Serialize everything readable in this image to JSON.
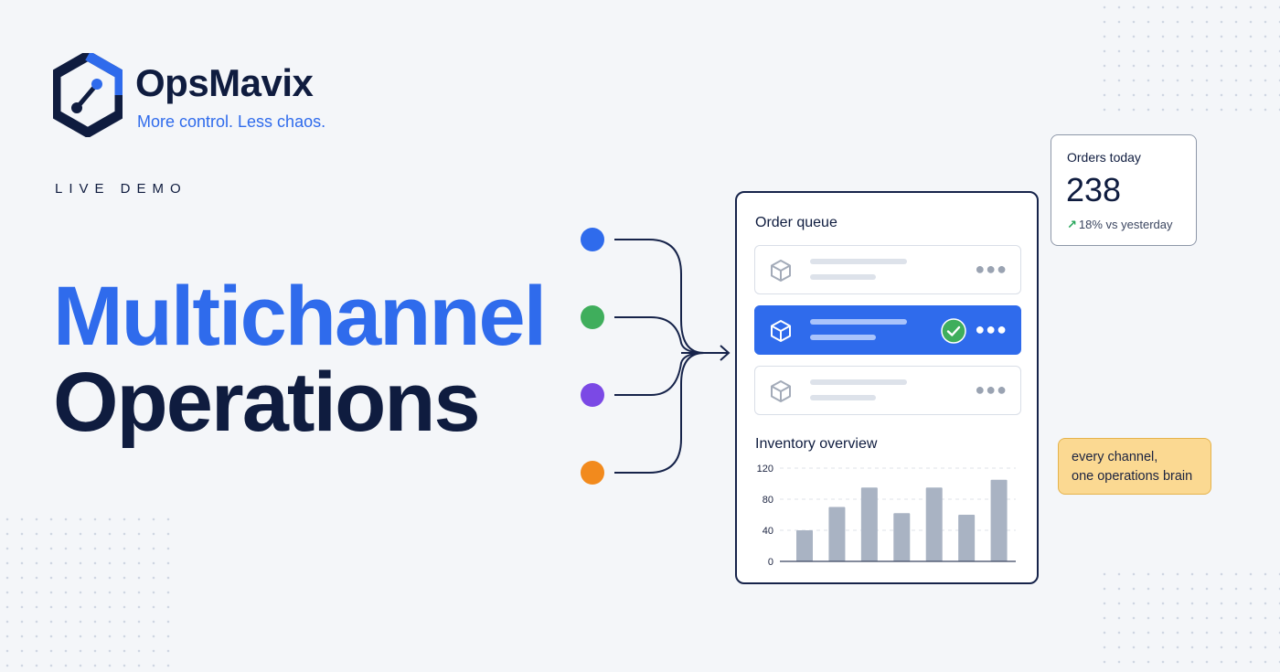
{
  "brand": {
    "name": "OpsMavix",
    "tagline": "More control. Less chaos.",
    "logo_icon": "hexagon-network-logo-icon"
  },
  "eyebrow": "LIVE DEMO",
  "headline": {
    "line1": "Multichannel",
    "line2": "Operations"
  },
  "channels": [
    {
      "color": "#2f6bec"
    },
    {
      "color": "#3fae5c"
    },
    {
      "color": "#7b49e5"
    },
    {
      "color": "#f28a1d"
    }
  ],
  "panel": {
    "order_queue_title": "Order queue",
    "order_rows": [
      {
        "icon": "package-icon",
        "selected": false
      },
      {
        "icon": "package-icon",
        "selected": true,
        "status_icon": "check-circle-icon"
      },
      {
        "icon": "package-icon",
        "selected": false
      }
    ],
    "inventory_title": "Inventory overview"
  },
  "chart_data": {
    "type": "bar",
    "title": "Inventory overview",
    "categories": [
      "",
      "",
      "",
      "",
      "",
      "",
      ""
    ],
    "values": [
      40,
      70,
      95,
      62,
      95,
      60,
      105
    ],
    "yticks": [
      0,
      40,
      80,
      120
    ],
    "ylim": [
      0,
      120
    ],
    "grid": true
  },
  "orders_card": {
    "label": "Orders today",
    "value": "238",
    "delta": "18% vs yesterday",
    "delta_icon": "arrow-up-right-icon"
  },
  "note": {
    "line1": "every channel,",
    "line2": "one operations brain"
  },
  "colors": {
    "accent": "#2f6bec",
    "navy": "#0f1c3f",
    "bar": "#a9b3c3",
    "note_bg": "#fbd992",
    "positive": "#27a65a"
  }
}
